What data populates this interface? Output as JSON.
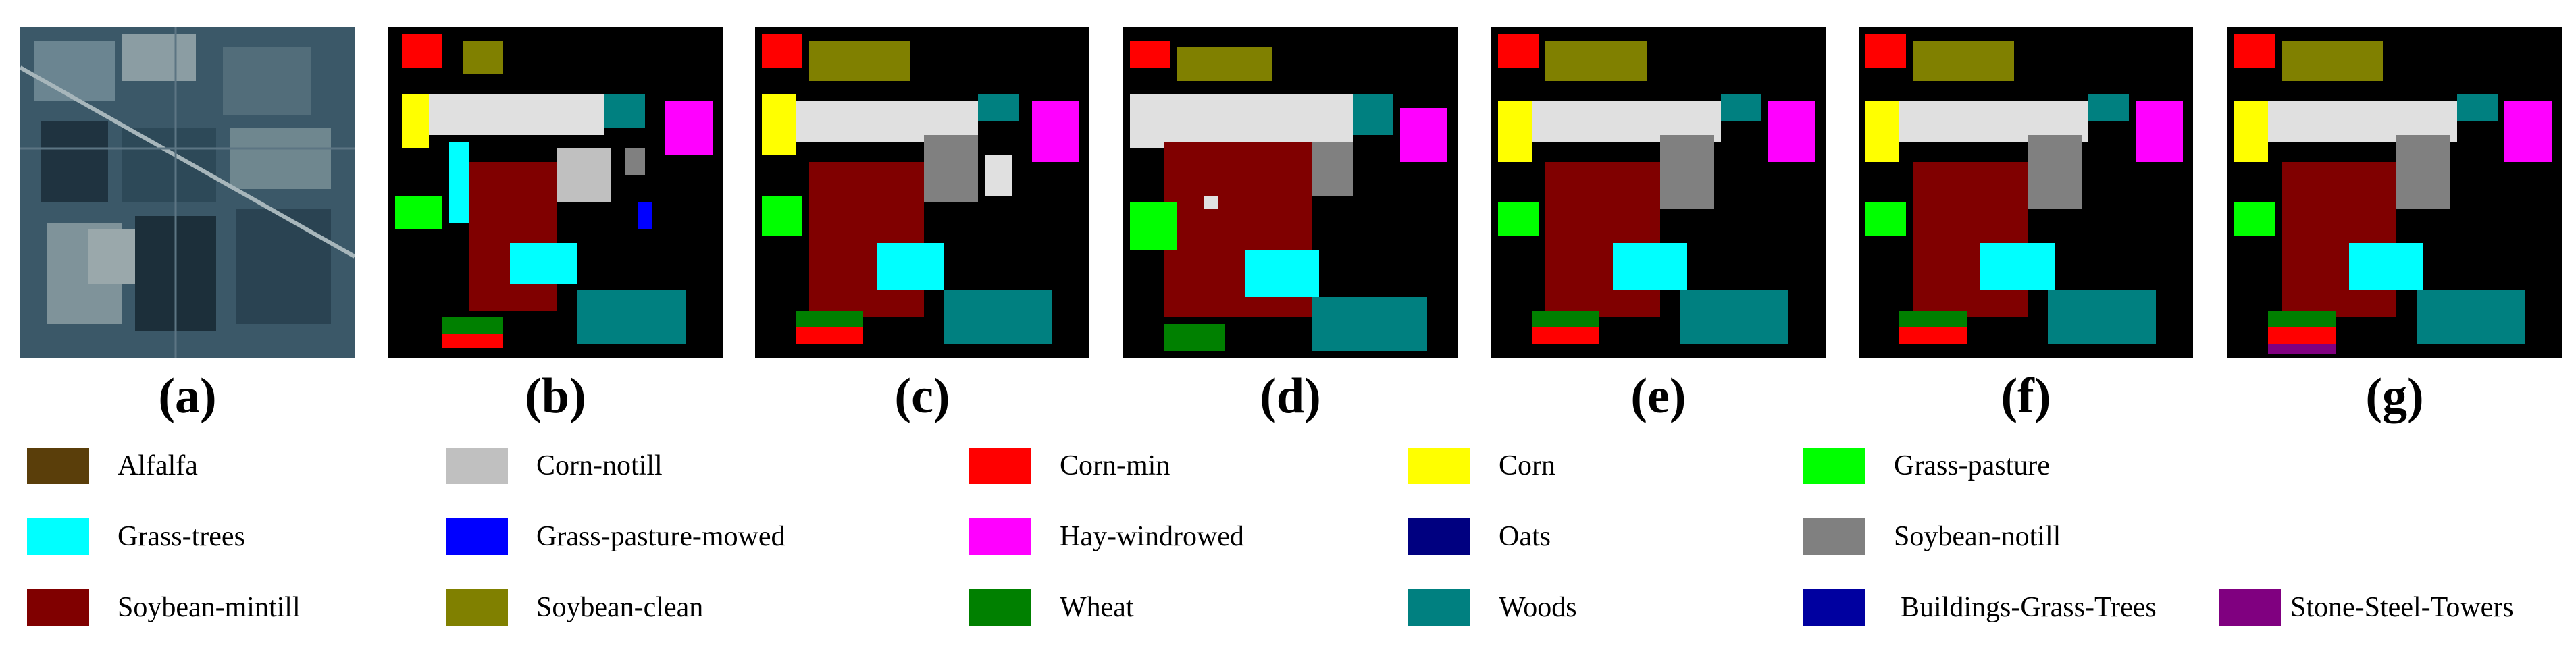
{
  "figure": {
    "panels": [
      {
        "id": "a",
        "label": "(a)"
      },
      {
        "id": "b",
        "label": "(b)"
      },
      {
        "id": "c",
        "label": "(c)"
      },
      {
        "id": "d",
        "label": "(d)"
      },
      {
        "id": "e",
        "label": "(e)"
      },
      {
        "id": "f",
        "label": "(f)"
      },
      {
        "id": "g",
        "label": "(g)"
      }
    ],
    "legend": [
      {
        "label": "Alfalfa",
        "color": "#5a3e0a"
      },
      {
        "label": "Corn-notill",
        "color": "#c0c0c0"
      },
      {
        "label": "Corn-min",
        "color": "#ff0000"
      },
      {
        "label": "Corn",
        "color": "#ffff00"
      },
      {
        "label": "Grass-pasture",
        "color": "#00ff00"
      },
      {
        "label": "Grass-trees",
        "color": "#00ffff"
      },
      {
        "label": "Grass-pasture-mowed",
        "color": "#0000ff"
      },
      {
        "label": "Hay-windrowed",
        "color": "#ff00ff"
      },
      {
        "label": "Oats",
        "color": "#000080"
      },
      {
        "label": "Soybean-notill",
        "color": "#808080"
      },
      {
        "label": "Soybean-mintill",
        "color": "#800000"
      },
      {
        "label": "Soybean-clean",
        "color": "#808000"
      },
      {
        "label": "Wheat",
        "color": "#008000"
      },
      {
        "label": "Woods",
        "color": "#008080"
      },
      {
        "label": "Buildings-Grass-Trees",
        "color": "#0000a0"
      },
      {
        "label": "Stone-Steel-Towers",
        "color": "#800080"
      }
    ]
  }
}
